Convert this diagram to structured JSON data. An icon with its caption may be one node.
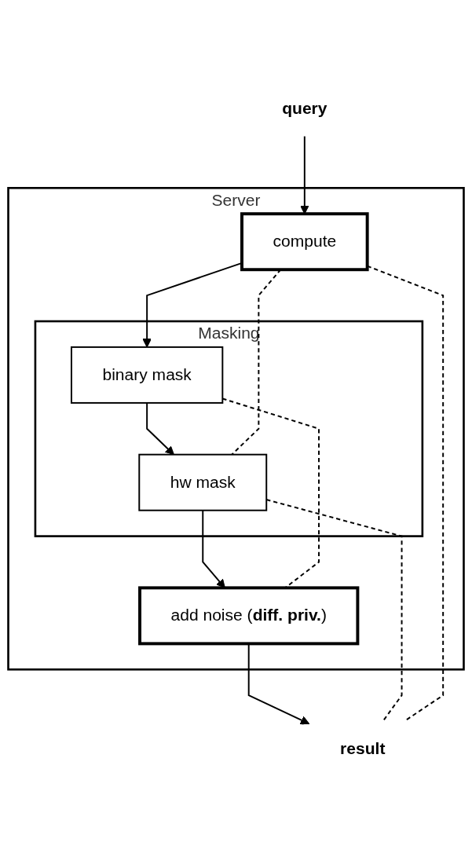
{
  "diagram": {
    "nodes": [
      {
        "text": [
          "Server"
        ]
      },
      {
        "text": [
          "query"
        ]
      },
      {
        "text": [
          "compute"
        ],
        "in": 0
      },
      {
        "text": [
          "Masking"
        ],
        "in": 0
      },
      {
        "text": [
          "binary mask"
        ],
        "in": 3
      },
      {
        "text": [
          "hw mask"
        ],
        "in": 3
      },
      {
        "text": [
          "add noise (**diff. priv.**)"
        ],
        "in": 0
      },
      {
        "text": [
          "result"
        ]
      }
    ],
    "edges": [
      {
        "from": 1,
        "to": 2,
        "arrow": "to"
      },
      {
        "from": 2,
        "to": 4,
        "arrow": "to"
      },
      {
        "from": 4,
        "to": 5,
        "arrow": "to"
      },
      {
        "from": 5,
        "to": 6,
        "arrow": "to"
      },
      {
        "from": 6,
        "to": 7,
        "arrow": "to"
      },
      {
        "from": 2,
        "to": 5,
        "arrow": "none",
        "style": "dashed"
      },
      {
        "from": 4,
        "to": 6,
        "arrow": "none",
        "style": "dashed"
      },
      {
        "from": 5,
        "to": 7,
        "arrow": "none",
        "style": "dashed"
      },
      {
        "from": 2,
        "to": 7,
        "arrow": "none",
        "style": "dashed"
      }
    ]
  }
}
